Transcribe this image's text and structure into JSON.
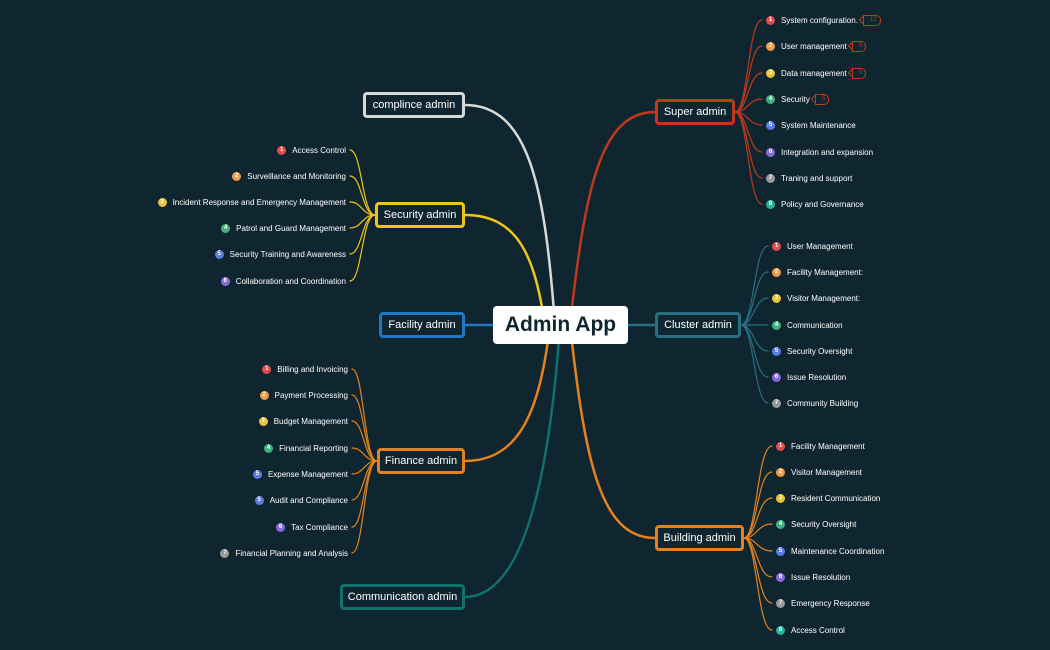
{
  "center_label": "Admin App",
  "badge_colors": [
    "#e24c4b",
    "#f09a4b",
    "#e9c43a",
    "#3fb37f",
    "#5b7be6",
    "#8a6ad8",
    "#9a9a9a",
    "#26b39a"
  ],
  "branches": {
    "super": {
      "label": "Super admin",
      "color": "#c0391b"
    },
    "cluster": {
      "label": "Cluster admin",
      "color": "#2a6e82"
    },
    "building": {
      "label": "Building admin",
      "color": "#e5821f"
    },
    "compliance": {
      "label": "complince admin",
      "color": "#d9d9d6"
    },
    "security": {
      "label": "Security admin",
      "color": "#f0c419"
    },
    "facility": {
      "label": "Facility admin",
      "color": "#1f78c1"
    },
    "finance": {
      "label": "Finance admin",
      "color": "#e5821f"
    },
    "communication": {
      "label": "Communication admin",
      "color": "#11726b"
    }
  },
  "leaves": {
    "super": [
      {
        "n": "1",
        "text": "System configuration.",
        "count": "12"
      },
      {
        "n": "2",
        "text": "User management",
        "count": "5"
      },
      {
        "n": "3",
        "text": "Data management",
        "count": "5"
      },
      {
        "n": "4",
        "text": "Security",
        "count": "5"
      },
      {
        "n": "5",
        "text": "System Maintenance"
      },
      {
        "n": "6",
        "text": "Integration and expansion"
      },
      {
        "n": "7",
        "text": "Traning and support"
      },
      {
        "n": "8",
        "text": "Policy and Governance"
      }
    ],
    "cluster": [
      {
        "n": "1",
        "text": "User Management"
      },
      {
        "n": "2",
        "text": "Facility Management:"
      },
      {
        "n": "3",
        "text": "Visitor Management:"
      },
      {
        "n": "4",
        "text": "Communication"
      },
      {
        "n": "5",
        "text": "Security Oversight"
      },
      {
        "n": "6",
        "text": "Issue Resolution"
      },
      {
        "n": "7",
        "text": "Community Building"
      }
    ],
    "building": [
      {
        "n": "1",
        "text": "Facility Management"
      },
      {
        "n": "2",
        "text": "Visitor Management"
      },
      {
        "n": "3",
        "text": "Resident Communication"
      },
      {
        "n": "4",
        "text": "Security Oversight"
      },
      {
        "n": "5",
        "text": "Maintenance Coordination"
      },
      {
        "n": "6",
        "text": "Issue Resolution"
      },
      {
        "n": "7",
        "text": "Emergency Response"
      },
      {
        "n": "8",
        "text": "Access Control"
      }
    ],
    "security": [
      {
        "n": "1",
        "text": "Access Control"
      },
      {
        "n": "2",
        "text": "Surveillance and Monitoring"
      },
      {
        "n": "3",
        "text": "Incident Response and Emergency Management"
      },
      {
        "n": "4",
        "text": "Patrol and Guard Management"
      },
      {
        "n": "5",
        "text": "Security Training and Awareness"
      },
      {
        "n": "6",
        "text": "Collaboration and Coordination"
      }
    ],
    "finance": [
      {
        "n": "1",
        "text": "Billing and Invoicing"
      },
      {
        "n": "2",
        "text": "Payment Processing"
      },
      {
        "n": "3",
        "text": "Budget Management"
      },
      {
        "n": "4",
        "text": "Financial Reporting"
      },
      {
        "n": "5",
        "text": "Expense Management"
      },
      {
        "n": "5",
        "text": "Audit and Compliance"
      },
      {
        "n": "6",
        "text": "Tax Compliance"
      },
      {
        "n": "7",
        "text": "Financial Planning and Analysis"
      }
    ]
  }
}
